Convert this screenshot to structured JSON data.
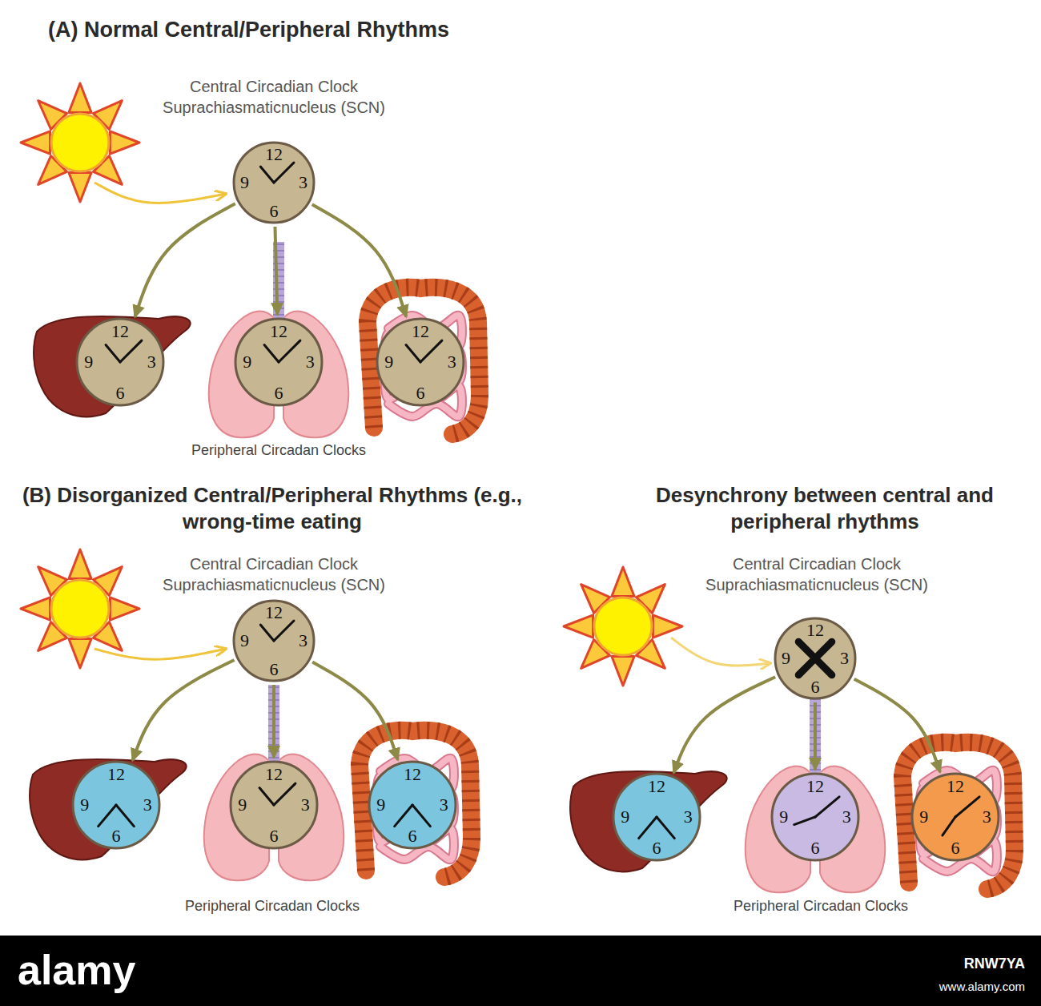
{
  "diagram": {
    "nodes": [
      {
        "text": [
          "12",
          "9",
          "3",
          "6"
        ]
      },
      {
        "text": [
          "12",
          "9",
          "3",
          "6"
        ]
      },
      {
        "text": [
          "12",
          "9",
          "3",
          "6"
        ]
      },
      {
        "text": [
          "12",
          "9",
          "3",
          "6"
        ]
      },
      {
        "text": [
          "12",
          "9",
          "3",
          "6"
        ]
      },
      {
        "text": [
          "12",
          "9",
          "3",
          "6"
        ]
      },
      {
        "text": [
          "12",
          "9",
          "3",
          "6"
        ]
      },
      {
        "text": [
          "12",
          "9",
          "3",
          "6"
        ]
      },
      {
        "text": [
          "12",
          "9",
          "3",
          "6"
        ]
      },
      {
        "text": [
          "12",
          "9",
          "3",
          "6"
        ]
      },
      {
        "text": [
          "12",
          "9",
          "3",
          "6"
        ]
      },
      {
        "text": [
          "12",
          "9",
          "3",
          "6"
        ]
      }
    ],
    "edges": [
      {
        "from": 0,
        "to": 1,
        "arrow": "to"
      },
      {
        "from": 0,
        "to": 2,
        "arrow": "to"
      },
      {
        "from": 0,
        "to": 3,
        "arrow": "to"
      },
      {
        "from": 4,
        "to": 5,
        "arrow": "to"
      },
      {
        "from": 4,
        "to": 6,
        "arrow": "to"
      },
      {
        "from": 4,
        "to": 7,
        "arrow": "to"
      },
      {
        "from": 8,
        "to": 9,
        "arrow": "to"
      },
      {
        "from": 8,
        "to": 10,
        "arrow": "to"
      },
      {
        "from": 8,
        "to": 11,
        "arrow": "to"
      }
    ],
    "labels": [
      "(A) Normal Central/Peripheral Rhythms",
      "Central Circadian Clock Suprachiasmaticnucleus (SCN)",
      "Peripheral Circadan Clocks",
      "(B) Disorganized Central/Peripheral Rhythms (e.g., wrong-time eating",
      "Central Circadian Clock Suprachiasmaticnucleus (SCN)",
      "Peripheral Circadan Clocks",
      "Desynchrony between central and peripheral rhythms",
      "Central Circadian Clock Suprachiasmaticnucleus (SCN)",
      "Peripheral Circadan Clocks",
      "alamy",
      "RNW7YA",
      "www.alamy.com"
    ]
  }
}
